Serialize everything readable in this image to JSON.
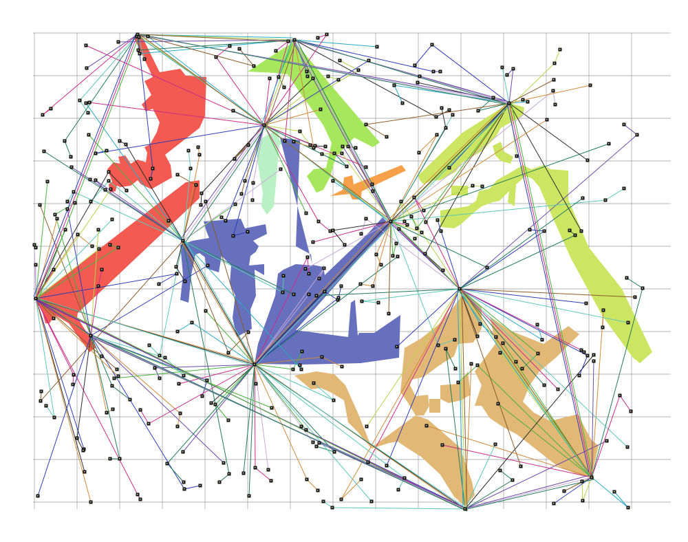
{
  "diagram": {
    "description_visible_text": "",
    "palette": {
      "grid": "#9a9a9a",
      "red_shape": "#f25a52",
      "green_shape": "#a6e75e",
      "mint_shape": "#b9f0c4",
      "blue_shape": "#6770bd",
      "orange_shape": "#f6a04a",
      "lime_shape": "#cce562",
      "tan_shape": "#e2b877",
      "node_fill": "#111111",
      "node_center": "#e6e6b4"
    },
    "shapes": [
      {
        "id": "red",
        "color_key": "red_shape"
      },
      {
        "id": "green",
        "color_key": "green_shape"
      },
      {
        "id": "mint",
        "color_key": "mint_shape"
      },
      {
        "id": "blue",
        "color_key": "blue_shape"
      },
      {
        "id": "orange",
        "color_key": "orange_shape"
      },
      {
        "id": "lime",
        "color_key": "lime_shape"
      },
      {
        "id": "tan",
        "color_key": "tan_shape"
      }
    ],
    "line_colors": [
      "#2c3bb8",
      "#cc2a8a",
      "#46b33b",
      "#25a9c6",
      "#b4d44b",
      "#8a5a2a",
      "#6a4aa8",
      "#c8a8d8",
      "#1f7a5a",
      "#d08a3a",
      "#2a2a2a",
      "#5ac8b8"
    ]
  }
}
